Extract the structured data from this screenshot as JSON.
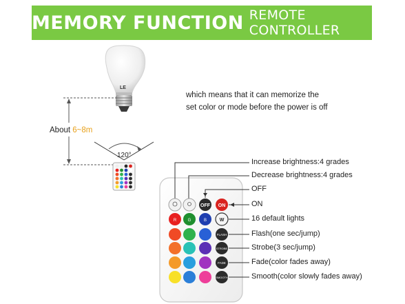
{
  "header": {
    "title_word1": "MEMORY",
    "title_word2": "FUNCTION",
    "subtitle": "REMOTE CONTROLLER",
    "bg_color": "#7ac943"
  },
  "memory_text": {
    "line1": "which means that it can memorize the",
    "line2": "set color or mode before the power is off"
  },
  "distance": {
    "prefix": "About ",
    "range": "6~8m",
    "range_color": "#e8a11b"
  },
  "angle_label": "120°",
  "bulb_logo": "LE",
  "remote": {
    "buttons_top": [
      {
        "label": "",
        "icon": "brightness-up-icon"
      },
      {
        "label": "",
        "icon": "brightness-down-icon"
      },
      {
        "label": "OFF"
      },
      {
        "label": "ON"
      }
    ],
    "color_keys": {
      "row1": [
        "R",
        "G",
        "B",
        "W"
      ],
      "func": [
        "FLASH",
        "STROBE",
        "FADE",
        "SMOOTH"
      ]
    },
    "colors": {
      "red": "#e82020",
      "green": "#1f8f2f",
      "blue": "#1f3fb0",
      "dark_button": "#2b2b2b",
      "on_red": "#d9231f"
    }
  },
  "callouts": [
    "Increase brightness:4 grades",
    "Decrease brightness:4 grades",
    "OFF",
    "ON",
    "16 default lights",
    "Flash(one sec/jump)",
    "Strobe(3 sec/jump)",
    "Fade(color fades away)",
    "Smooth(color slowly fades away)"
  ]
}
